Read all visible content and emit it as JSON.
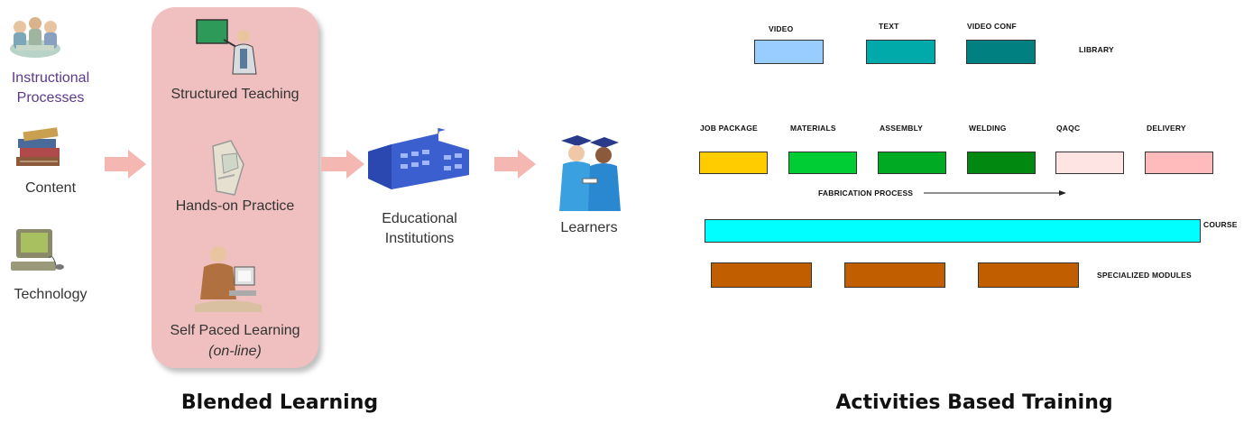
{
  "blended": {
    "inputs": [
      {
        "label_line1": "Instructional",
        "label_line2": "Processes",
        "color": "#5a3a8a"
      },
      {
        "label": "Content"
      },
      {
        "label": "Technology"
      }
    ],
    "panel_items": [
      {
        "label": "Structured Teaching"
      },
      {
        "label": "Hands-on Practice"
      },
      {
        "label": "Self Paced Learning",
        "sublabel": "(on-line)"
      }
    ],
    "institutions": {
      "line1": "Educational",
      "line2": "Institutions"
    },
    "learners": "Learners",
    "caption": "Blended Learning",
    "colors": {
      "panel": "#f0c0c0",
      "arrow": "#f4b7b2"
    }
  },
  "activities": {
    "library_row": [
      {
        "label": "VIDEO",
        "color": "#99ccff"
      },
      {
        "label": "TEXT",
        "color": "#00aaaa"
      },
      {
        "label": "VIDEO CONF",
        "color": "#008080"
      }
    ],
    "library_label": "LIBRARY",
    "process_row": [
      {
        "label": "JOB PACKAGE",
        "color": "#ffcc00"
      },
      {
        "label": "MATERIALS",
        "color": "#00cc33"
      },
      {
        "label": "ASSEMBLY",
        "color": "#00aa22"
      },
      {
        "label": "WELDING",
        "color": "#008811"
      },
      {
        "label": "QAQC",
        "color": "#ffe4e4"
      },
      {
        "label": "DELIVERY",
        "color": "#ffbbbb"
      }
    ],
    "process_label": "FABRICATION PROCESS",
    "course_label": "COURSE",
    "course_color": "#00ffff",
    "modules_label": "SPECIALIZED MODULES",
    "module_color": "#c05e00",
    "caption": "Activities Based Training"
  }
}
